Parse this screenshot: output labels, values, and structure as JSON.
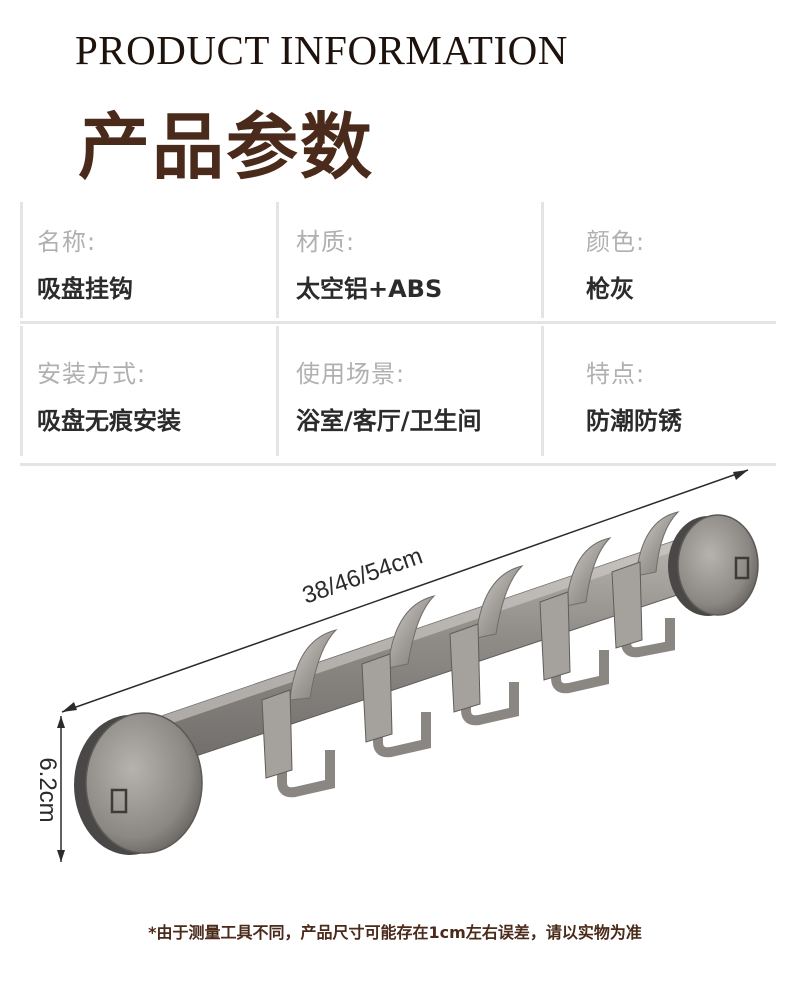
{
  "header": {
    "title_en": "PRODUCT INFORMATION",
    "title_cn": "产品参数"
  },
  "specs": [
    {
      "label": "名称:",
      "value": "吸盘挂钩"
    },
    {
      "label": "材质:",
      "value": "太空铝+ABS"
    },
    {
      "label": "颜色:",
      "value": "枪灰"
    },
    {
      "label": "安装方式:",
      "value": "吸盘无痕安装"
    },
    {
      "label": "使用场景:",
      "value": "浴室/客厅/卫生间"
    },
    {
      "label": "特点:",
      "value": "防潮防锈"
    }
  ],
  "dimensions": {
    "length": "38/46/54cm",
    "height": "6.2cm"
  },
  "product": {
    "hook_count": 5,
    "color": "#8a8783"
  },
  "footnote": "*由于测量工具不同，产品尺寸可能存在1cm左右误差，请以实物为准"
}
